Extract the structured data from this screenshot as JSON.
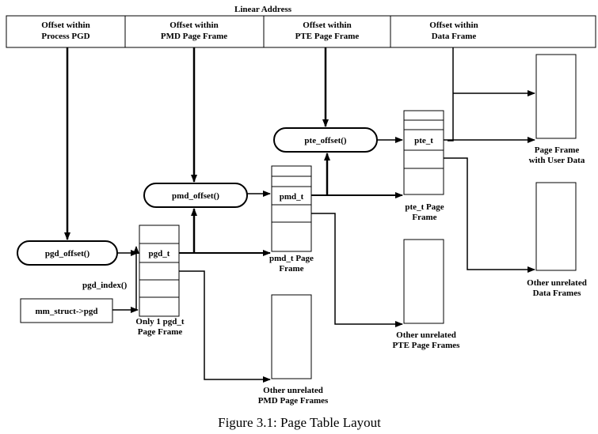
{
  "header": {
    "title": "Linear Address",
    "fields": [
      [
        "Offset within",
        "Process PGD"
      ],
      [
        "Offset within",
        "PMD Page Frame"
      ],
      [
        "Offset within",
        "PTE Page Frame"
      ],
      [
        "Offset within",
        "Data Frame"
      ]
    ]
  },
  "functions": {
    "pgd_offset": "pgd_offset()",
    "pmd_offset": "pmd_offset()",
    "pte_offset": "pte_offset()",
    "pgd_index": "pgd_index()",
    "mm_struct": "mm_struct->pgd"
  },
  "tables": {
    "pgd": {
      "entry": "pgd_t",
      "caption": [
        "Only 1 pgd_t",
        "Page Frame"
      ]
    },
    "pmd": {
      "entry": "pmd_t",
      "caption": [
        "pmd_t Page",
        "Frame"
      ]
    },
    "pte": {
      "entry": "pte_t",
      "caption": [
        "pte_t Page",
        "Frame"
      ]
    }
  },
  "frames": {
    "user_data": [
      "Page Frame",
      "with User Data"
    ],
    "other_data": [
      "Other unrelated",
      "Data Frames"
    ],
    "other_pte": [
      "Other unrelated",
      "PTE Page Frames"
    ],
    "other_pmd": [
      "Other unrelated",
      "PMD Page Frames"
    ]
  },
  "caption": "Figure 3.1: Page Table Layout"
}
